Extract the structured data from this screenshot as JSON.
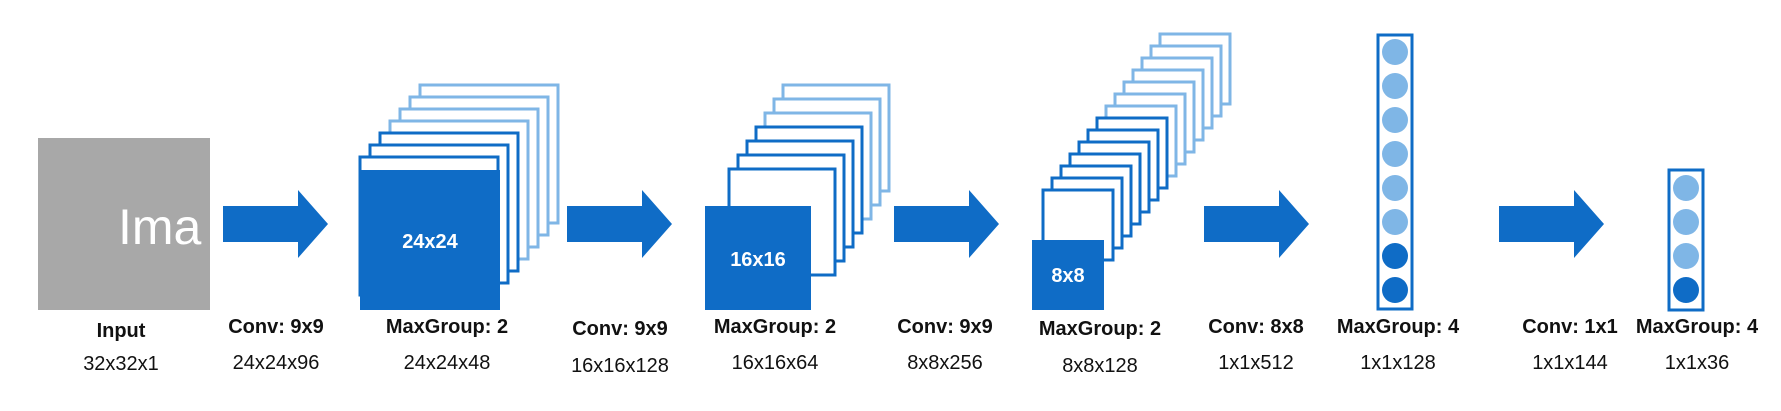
{
  "input": {
    "image_text": "Ima",
    "label": "Input",
    "size": "32x32x1",
    "fill_color": "#a8a8a8"
  },
  "stages": [
    {
      "op": "Conv: 9x9",
      "size": "24x24x96"
    },
    {
      "op": "MaxGroup: 2",
      "size": "24x24x48",
      "map_label": "24x24"
    },
    {
      "op": "Conv: 9x9",
      "size": "16x16x128"
    },
    {
      "op": "MaxGroup: 2",
      "size": "16x16x64",
      "map_label": "16x16"
    },
    {
      "op": "Conv: 9x9",
      "size": "8x8x256"
    },
    {
      "op": "MaxGroup: 2",
      "size": "8x8x128",
      "map_label": "8x8"
    },
    {
      "op": "Conv: 8x8",
      "size": "1x1x512"
    },
    {
      "op": "MaxGroup: 4",
      "size": "1x1x128"
    },
    {
      "op": "Conv: 1x1",
      "size": "1x1x144"
    },
    {
      "op": "MaxGroup: 4",
      "size": "1x1x36"
    }
  ],
  "colors": {
    "primary": "#0f6cc6",
    "light": "#7fb6e6",
    "text": "#111111"
  }
}
